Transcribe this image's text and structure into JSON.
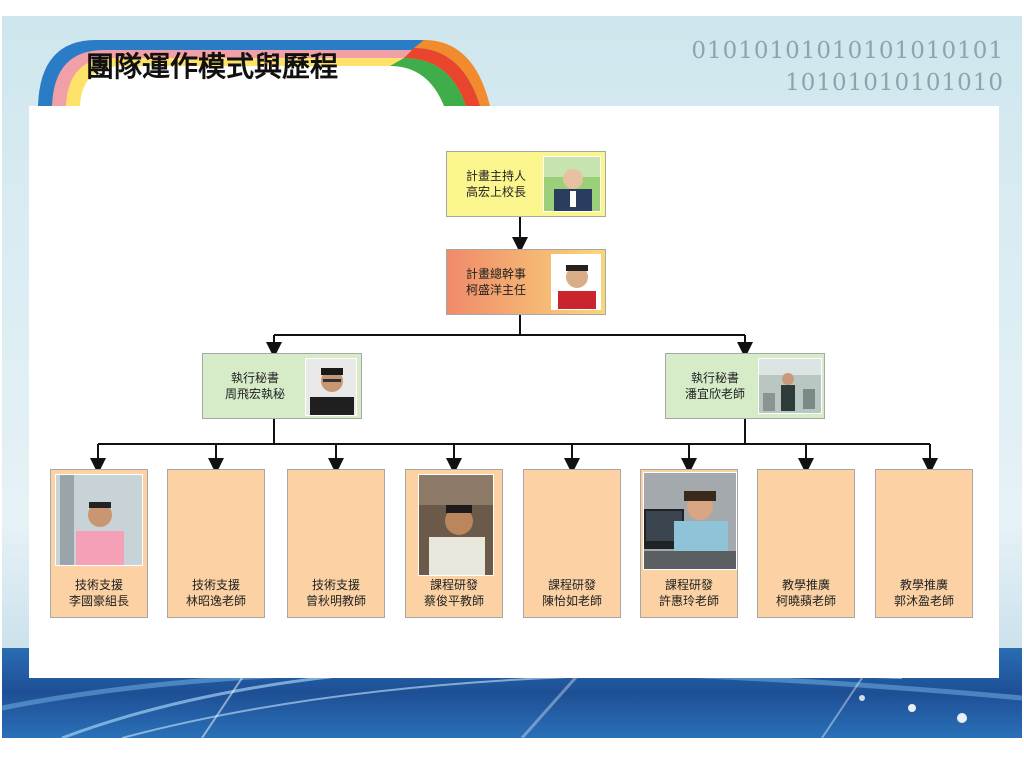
{
  "slide": {
    "title": "團隊運作模式與歷程",
    "binary_line1": "01010101010101010101",
    "binary_line2": "10101010101010"
  },
  "org": {
    "top": {
      "role": "計畫主持人",
      "name": "高宏上校長"
    },
    "second": {
      "role": "計畫總幹事",
      "name": "柯盛洋主任"
    },
    "secretaries": [
      {
        "role": "執行秘書",
        "name": "周飛宏執秘"
      },
      {
        "role": "執行秘書",
        "name": "潘宜欣老師"
      }
    ],
    "members": [
      {
        "role": "技術支援",
        "name": "李國豪組長"
      },
      {
        "role": "技術支援",
        "name": "林昭逸老師"
      },
      {
        "role": "技術支援",
        "name": "曾秋明教師"
      },
      {
        "role": "課程研發",
        "name": "蔡俊平教師"
      },
      {
        "role": "課程研發",
        "name": "陳怡如老師"
      },
      {
        "role": "課程研發",
        "name": "許惠玲老師"
      },
      {
        "role": "教學推廣",
        "name": "柯曉蘋老師"
      },
      {
        "role": "教學推廣",
        "name": "郭沐盈老師"
      }
    ]
  },
  "colors": {
    "top_box": "#fbf58e",
    "second_box_from": "#f08a6a",
    "second_box_to": "#f9d77a",
    "secretary_box": "#d6ecc9",
    "member_box": "#fcd2a4",
    "connector": "#111111"
  }
}
